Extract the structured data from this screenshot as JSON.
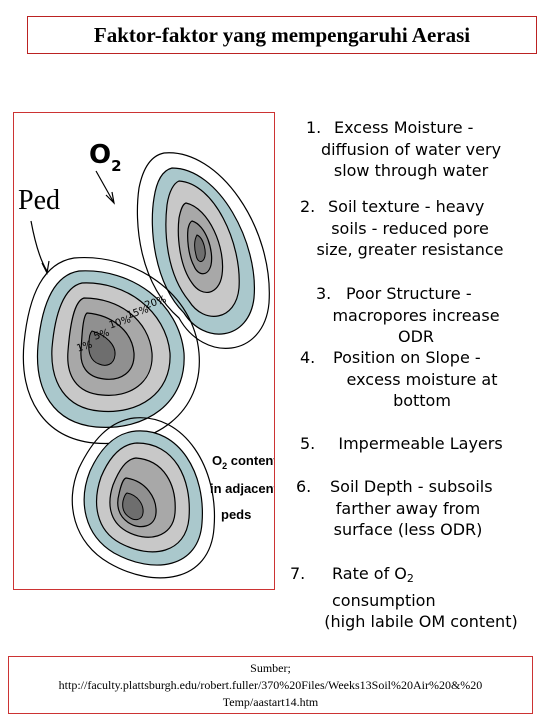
{
  "title": "Faktor-faktor yang mempengaruhi Aerasi",
  "figure": {
    "o2_label": "O",
    "o2_sub": "2",
    "ped_label": "Ped",
    "contour_labels": [
      "1%",
      "5%",
      "10%",
      "15%",
      "20%"
    ],
    "content_line1_a": "O",
    "content_line1_sub": "2",
    "content_line1_b": " content",
    "content_line2": "in adjacent",
    "content_line3": "peds",
    "colors": {
      "outer": "#aac8cc",
      "mid": "#c8c8c8",
      "inner": "#a8a8a8",
      "core": "#6e6e6e",
      "background": "#ffffff"
    }
  },
  "factors": [
    {
      "num": "1.",
      "lines": [
        "Excess Moisture   -",
        "diffusion of water very",
        "slow through water"
      ]
    },
    {
      "num": "2.",
      "lines": [
        "Soil texture   -  heavy",
        "soils   -  reduced pore",
        "size, greater resistance"
      ]
    },
    {
      "num": "3.",
      "lines": [
        "Poor Structure   -",
        "macropores increase",
        "ODR"
      ]
    },
    {
      "num": "4.",
      "lines": [
        "Position on Slope    -",
        "excess moisture at",
        "bottom"
      ]
    },
    {
      "num": "5.",
      "lines": [
        "Impermeable Layers"
      ]
    },
    {
      "num": "6.",
      "lines": [
        "Soil Depth  -    subsoils",
        "farther away from",
        "surface  (less ODR)"
      ]
    },
    {
      "num": "7.",
      "lines_a": "Rate of O",
      "lines_sub": "2",
      "lines_b": " consumption",
      "line2": "(high labile OM content)"
    }
  ],
  "source": {
    "line1": "Sumber;",
    "line2": "http://faculty.plattsburgh.edu/robert.fuller/370%20Files/Weeks13Soil%20Air%20&%20",
    "line3": "Temp/aastart14.htm"
  }
}
